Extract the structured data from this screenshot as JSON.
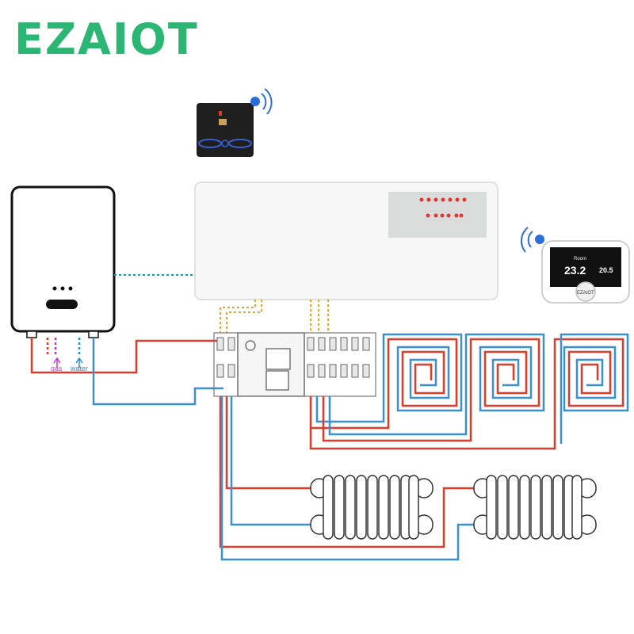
{
  "brand": {
    "logo": "EZAIOT",
    "color": "#2bb673",
    "accent_dot": "#f5b400"
  },
  "boiler": {
    "labels": {
      "gas": "gas",
      "water": "water"
    },
    "gas_color": "#c23bd3",
    "water_color": "#2b8fd6"
  },
  "thermostat": {
    "temp_main": "23.2",
    "temp_small": "20.5",
    "room_label": "Room",
    "brand_label": "EZAIOT"
  },
  "colors": {
    "hot_pipe": "#e03a2b",
    "cold_pipe": "#3a8fd9",
    "wire": "#f0a020",
    "link": "#1f9e9e",
    "wifi": "#2b6fd6",
    "indicator": "#e0362c"
  },
  "icons": {
    "wifi_switch": "wifi-icon",
    "wifi_thermostat": "wifi-icon",
    "gas_arrow": "arrow-up-icon",
    "water_arrow": "arrow-up-icon"
  }
}
